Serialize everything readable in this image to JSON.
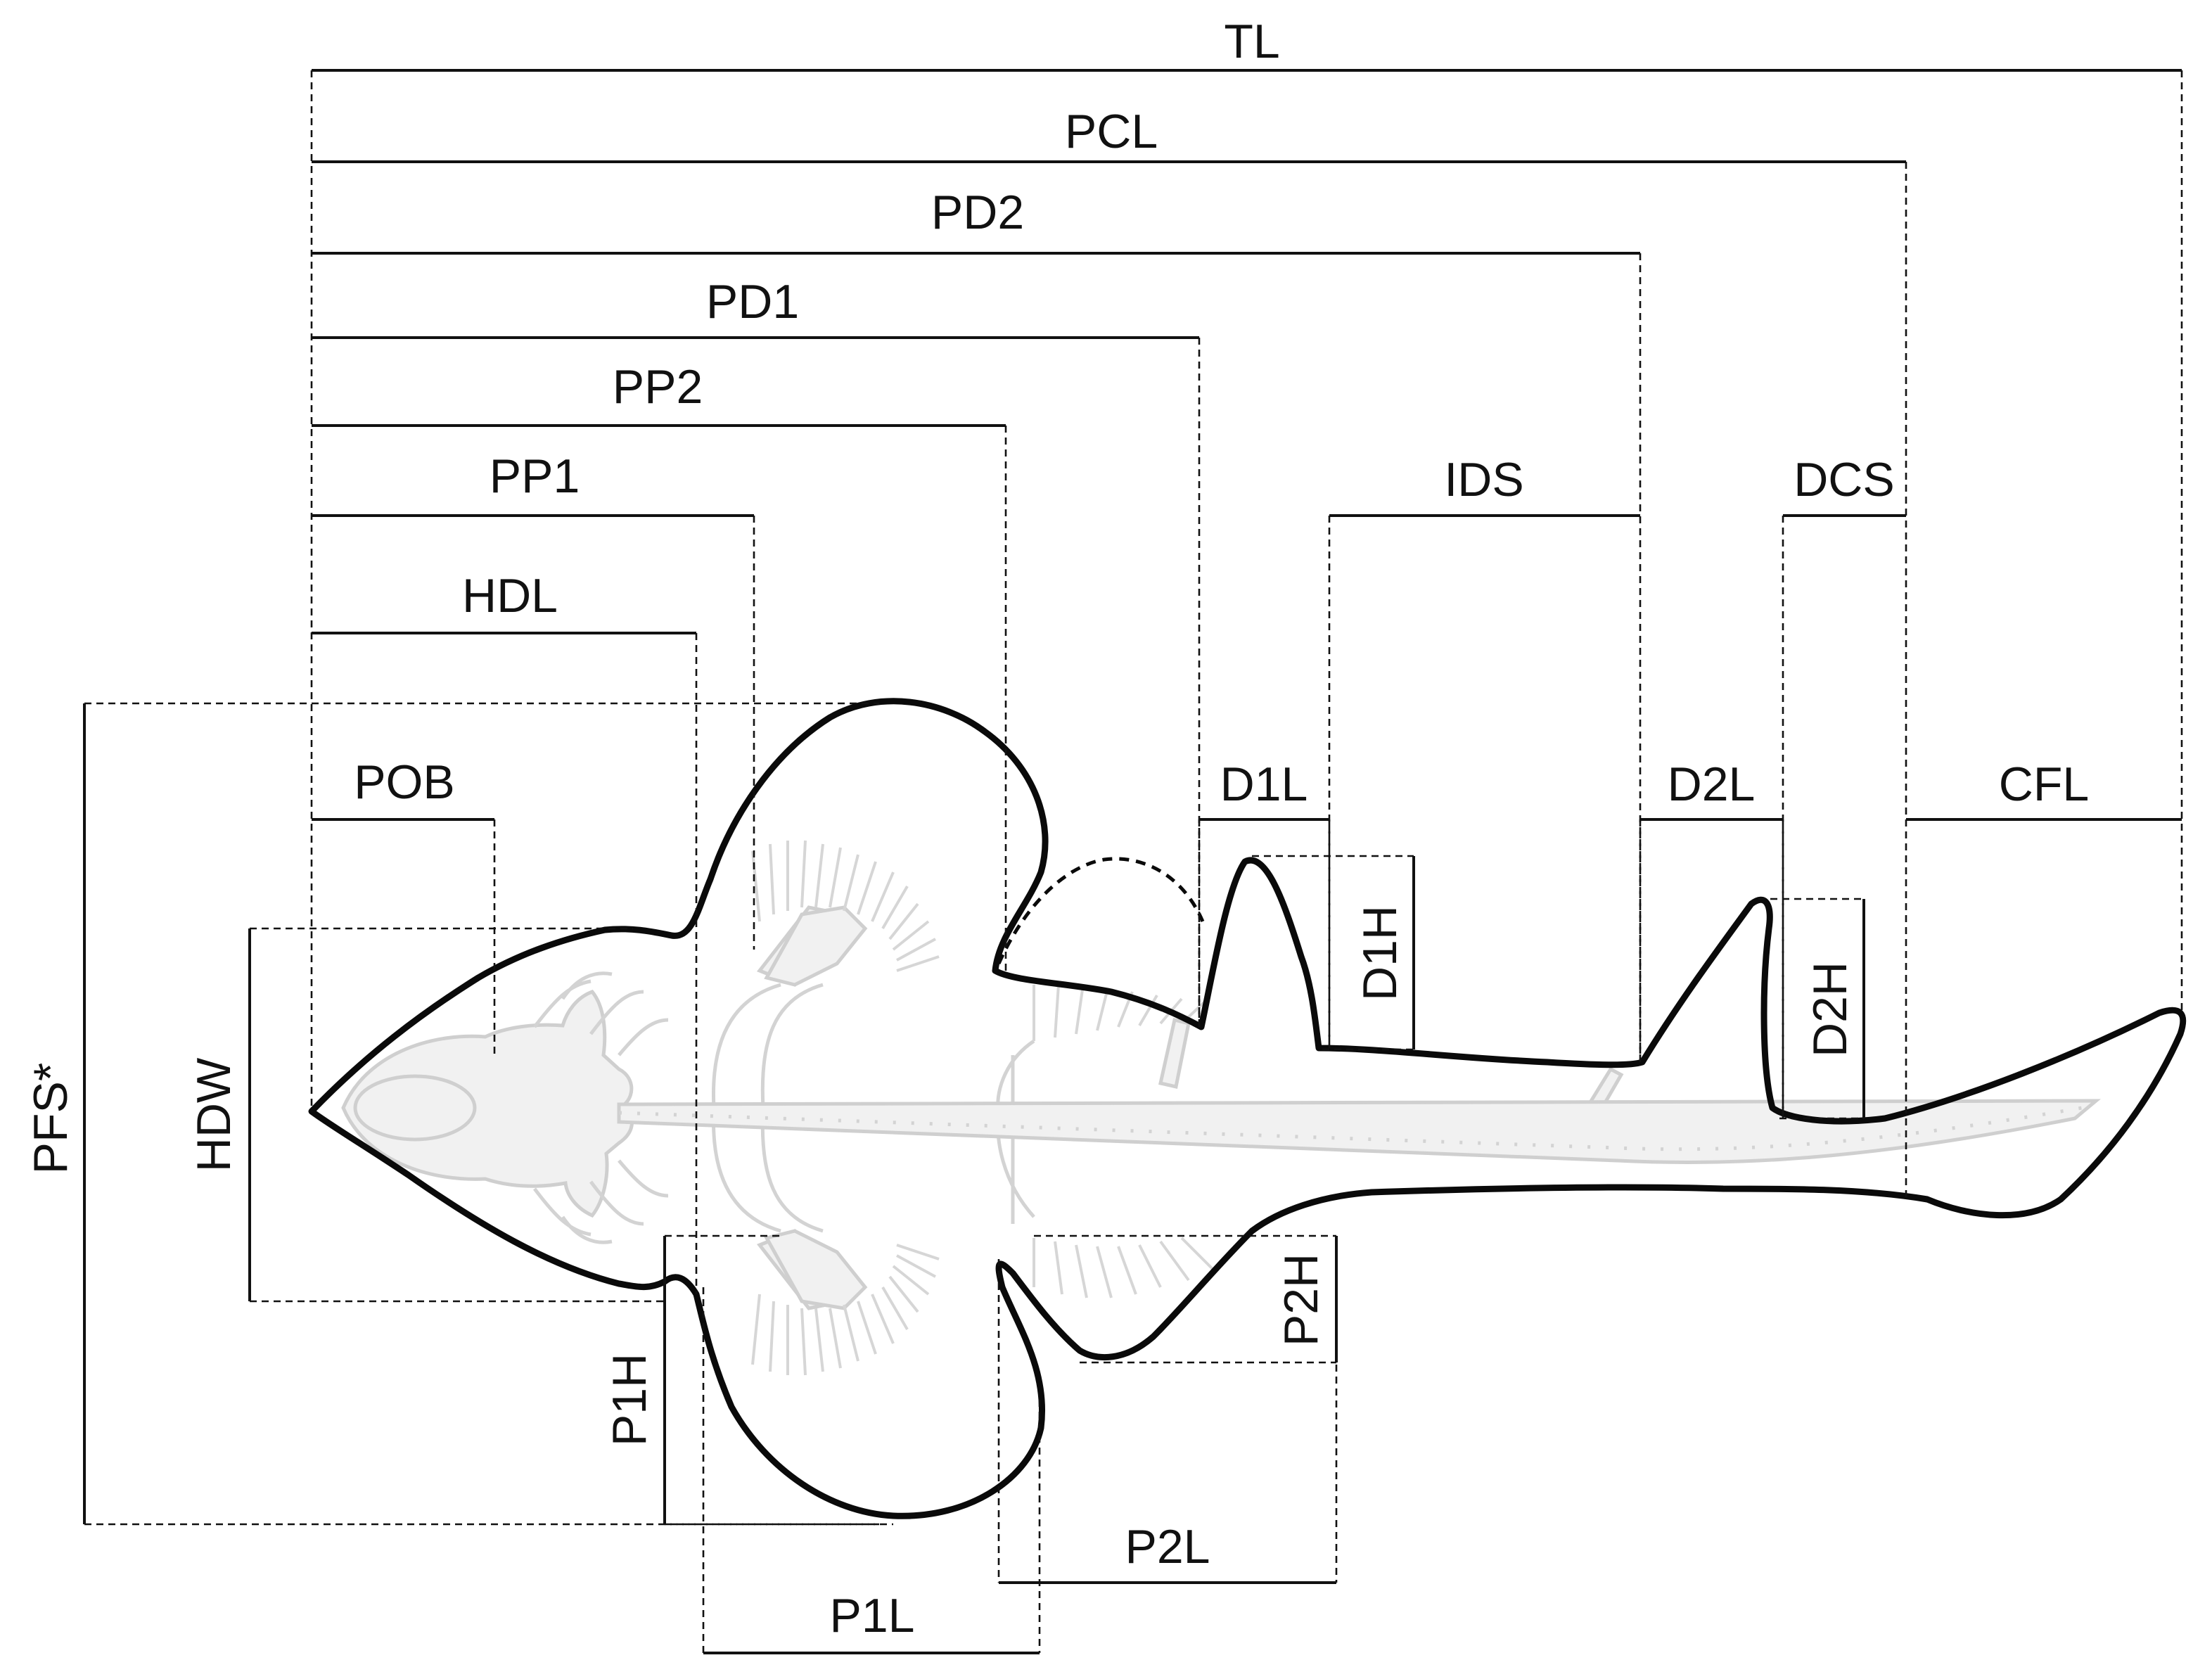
{
  "figure": {
    "measurements": {
      "TL": "TL",
      "PCL": "PCL",
      "PD2": "PD2",
      "PD1": "PD1",
      "PP2": "PP2",
      "PP1": "PP1",
      "HDL": "HDL",
      "POB": "POB",
      "IDS": "IDS",
      "DCS": "DCS",
      "D1L": "D1L",
      "D2L": "D2L",
      "CFL": "CFL",
      "D1H": "D1H",
      "D2H": "D2H",
      "P1H": "P1H",
      "P2H": "P2H",
      "P1L": "P1L",
      "P2L": "P2L",
      "HDW": "HDW",
      "PFS": "PFS*"
    }
  }
}
